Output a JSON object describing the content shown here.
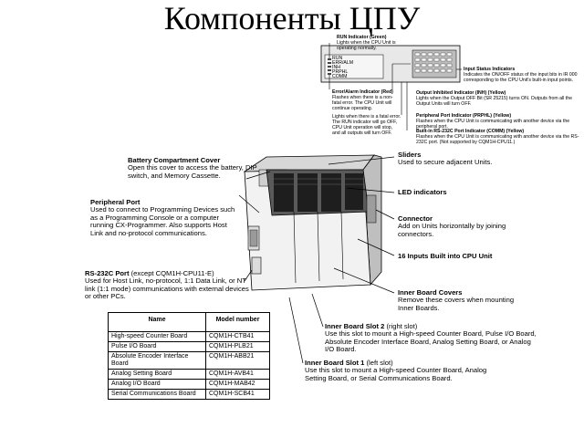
{
  "title": "Компоненты ЦПУ",
  "top_panel": {
    "led_labels": [
      "RUN",
      "ERR/ALM",
      "INH",
      "PRPHL",
      "COMM"
    ],
    "run": {
      "title": "RUN Indicator (Green)",
      "desc": "Lights when the CPU Unit is operating normally."
    },
    "input_status": {
      "title": "Input Status Indicators",
      "desc": "Indicates the ON/OFF status of the input bits in IR 000 corresponding to the CPU Unit's built-in input points."
    },
    "error": {
      "title": "Error/Alarm Indicator (Red)",
      "desc1": "Flashes when there is a non-fatal error. The CPU Unit will continue operating.",
      "desc2": "Lights when there is a fatal error. The RUN indicator will go OFF, CPU Unit operation will stop, and all outputs will turn OFF."
    },
    "inhibited": {
      "title": "Output Inhibited Indicator (INH) (Yellow)",
      "desc": "Lights when the Output OFF Bit (SR 25215) turns ON. Outputs from all the Output Units will turn OFF."
    },
    "peripheral": {
      "title": "Peripheral Port Indicator (PRPHL) (Yellow)",
      "desc": "Flashes when the CPU Unit is communicating with another device via the peripheral port."
    },
    "builtin_rs232": {
      "title": "Built-in RS-232C Port Indicator (COMM) (Yellow)",
      "desc": "Flashes when the CPU Unit is communicating with another device via the RS-232C port. (Not supported by CQM1H-CPU11.)"
    }
  },
  "callouts": {
    "battery": {
      "title": "Battery Compartment Cover",
      "desc": "Open this cover to access the battery, DIP switch, and Memory Cassette."
    },
    "peripheral_port": {
      "title": "Peripheral Port",
      "desc": "Used to connect to Programming Devices such as a Programming Console or a computer running CX-Programmer. Also supports Host Link and no-protocol communications."
    },
    "rs232c": {
      "title_bold": "RS-232C Port",
      "title_rest": " (except CQM1H-CPU11-E)",
      "desc": "Used for Host Link, no-protocol, 1:1 Data Link, or NT link (1:1 mode) communications with external devices or other PCs."
    },
    "sliders": {
      "title": "Sliders",
      "desc": "Used to secure adjacent Units."
    },
    "led": {
      "title": "LED indicators",
      "desc": ""
    },
    "connector": {
      "title": "Connector",
      "desc": "Add on Units horizontally by joining connectors."
    },
    "inputs16": {
      "title": "16 Inputs Built into CPU Unit",
      "desc": ""
    },
    "inner_covers": {
      "title": "Inner Board Covers",
      "desc": "Remove these covers when mounting Inner Boards."
    },
    "slot2": {
      "title_bold": "Inner Board Slot 2",
      "title_rest": " (right slot)",
      "desc": "Use this slot to mount a High-speed Counter Board, Pulse I/O Board, Absolute Encoder Interface Board, Analog Setting Board, or Analog I/O Board."
    },
    "slot1": {
      "title_bold": "Inner Board Slot 1",
      "title_rest": " (left slot)",
      "desc": "Use this slot to mount a High-speed Counter Board, Analog Setting Board, or Serial Communications Board."
    }
  },
  "table": {
    "headers": [
      "Name",
      "Model number"
    ],
    "rows": [
      [
        "High-speed Counter Board",
        "CQM1H-CTB41"
      ],
      [
        "Pulse I/O Board",
        "CQM1H-PLB21"
      ],
      [
        "Absolute Encoder Interface Board",
        "CQM1H-ABB21"
      ],
      [
        "Analog Setting Board",
        "CQM1H-AVB41"
      ],
      [
        "Analog I/O Board",
        "CQM1H-MAB42"
      ],
      [
        "Serial Communications Board",
        "CQM1H-SCB41"
      ]
    ]
  }
}
